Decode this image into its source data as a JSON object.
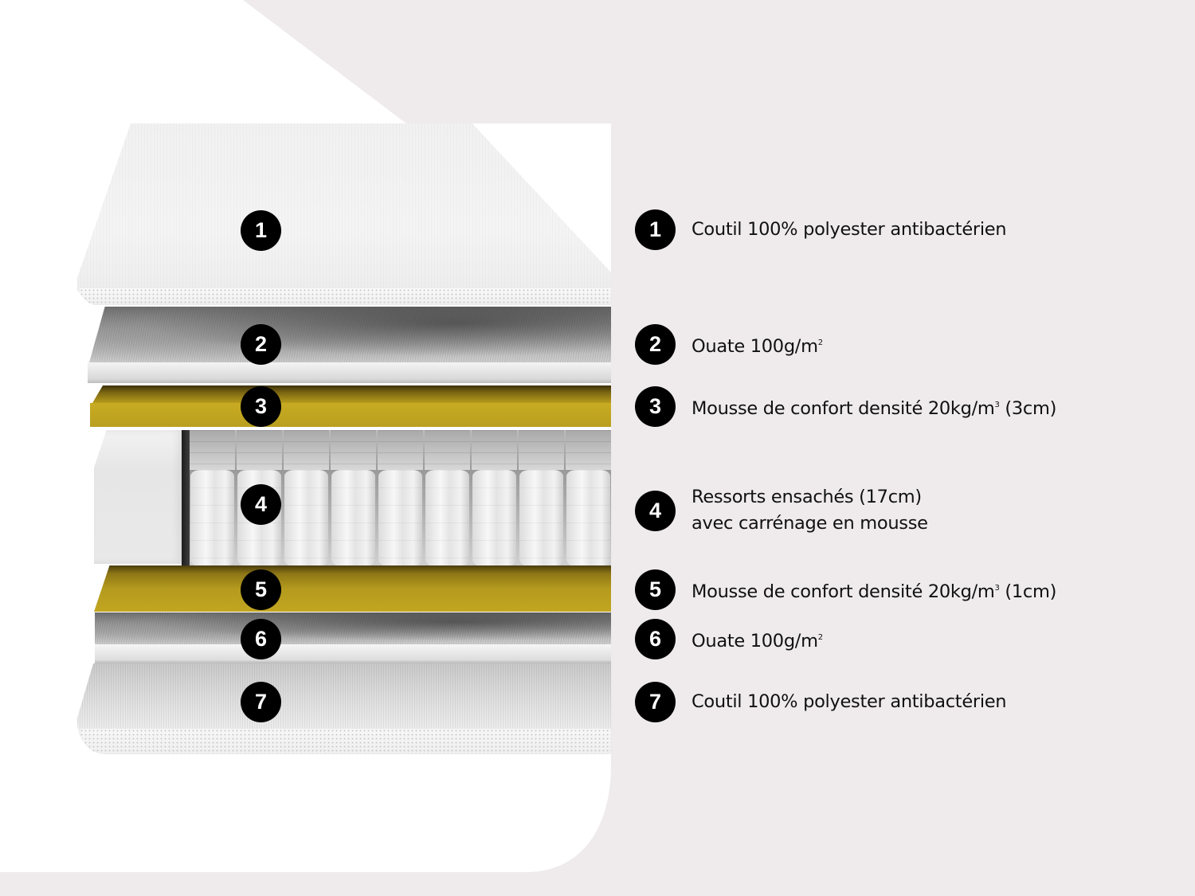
{
  "colors": {
    "background": "#efebec",
    "panel": "#ffffff",
    "badge": "#000000",
    "badge_text": "#ffffff",
    "foam_yellow": "#c2a621",
    "text": "#111111"
  },
  "illustration": {
    "title": "Mattress layer cross-section",
    "badges": [
      {
        "number": "1",
        "layer": "top-cover"
      },
      {
        "number": "2",
        "layer": "wadding-top"
      },
      {
        "number": "3",
        "layer": "comfort-foam-3cm"
      },
      {
        "number": "4",
        "layer": "pocket-springs"
      },
      {
        "number": "5",
        "layer": "comfort-foam-1cm"
      },
      {
        "number": "6",
        "layer": "wadding-bottom"
      },
      {
        "number": "7",
        "layer": "bottom-cover"
      }
    ]
  },
  "legend": [
    {
      "number": "1",
      "line1": "Coutil 100% polyester antibactérien"
    },
    {
      "number": "2",
      "text": "Ouate 100g/m",
      "sup": "2"
    },
    {
      "number": "3",
      "text": "Mousse de confort densité 20kg/m",
      "sup": "3",
      "suffix": " (3cm)"
    },
    {
      "number": "4",
      "line1": "Ressorts ensachés (17cm)",
      "line2": "avec carrénage en mousse"
    },
    {
      "number": "5",
      "text": "Mousse de confort densité 20kg/m",
      "sup": "3",
      "suffix": " (1cm)"
    },
    {
      "number": "6",
      "text": "Ouate 100g/m",
      "sup": "2"
    },
    {
      "number": "7",
      "line1": "Coutil 100% polyester antibactérien"
    }
  ]
}
